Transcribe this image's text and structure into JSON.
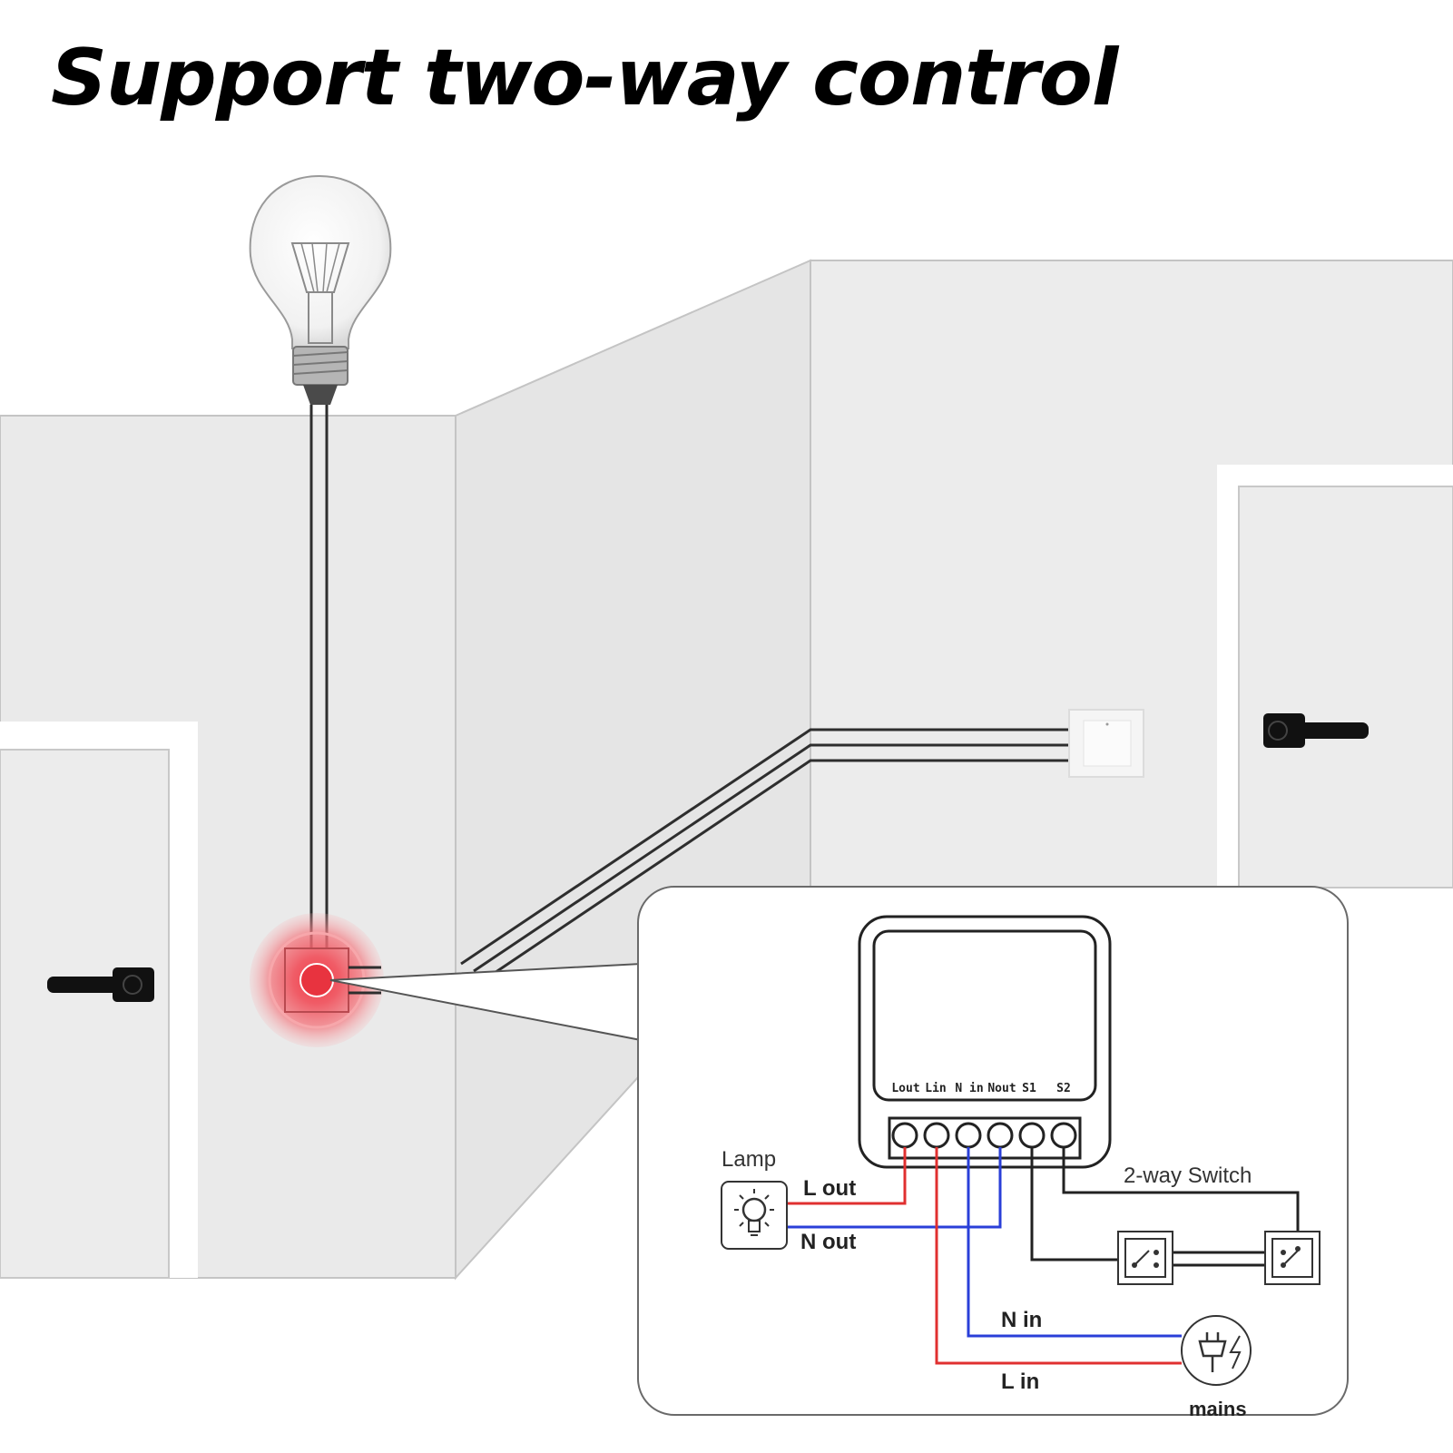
{
  "title": "Support two-way control",
  "module": {
    "terminals": [
      "Lout",
      "Lin",
      "N in",
      "Nout",
      "S1",
      "S2"
    ]
  },
  "labels": {
    "lamp": "Lamp",
    "l_out": "L out",
    "n_out": "N out",
    "switch": "2-way Switch",
    "n_in": "N in",
    "l_in": "L in",
    "mains": "mains"
  },
  "colors": {
    "live_wire": "#e03030",
    "neutral_wire": "#2a3fd8",
    "control_wire": "#222222",
    "highlight": "#ef4a55",
    "wall": "#ececec"
  },
  "icons": {
    "bulb": "incandescent-bulb-icon",
    "lamp": "lamp-icon",
    "mains": "mains-plug-icon",
    "switch": "two-way-switch-icon",
    "door_handle": "door-handle-icon"
  }
}
